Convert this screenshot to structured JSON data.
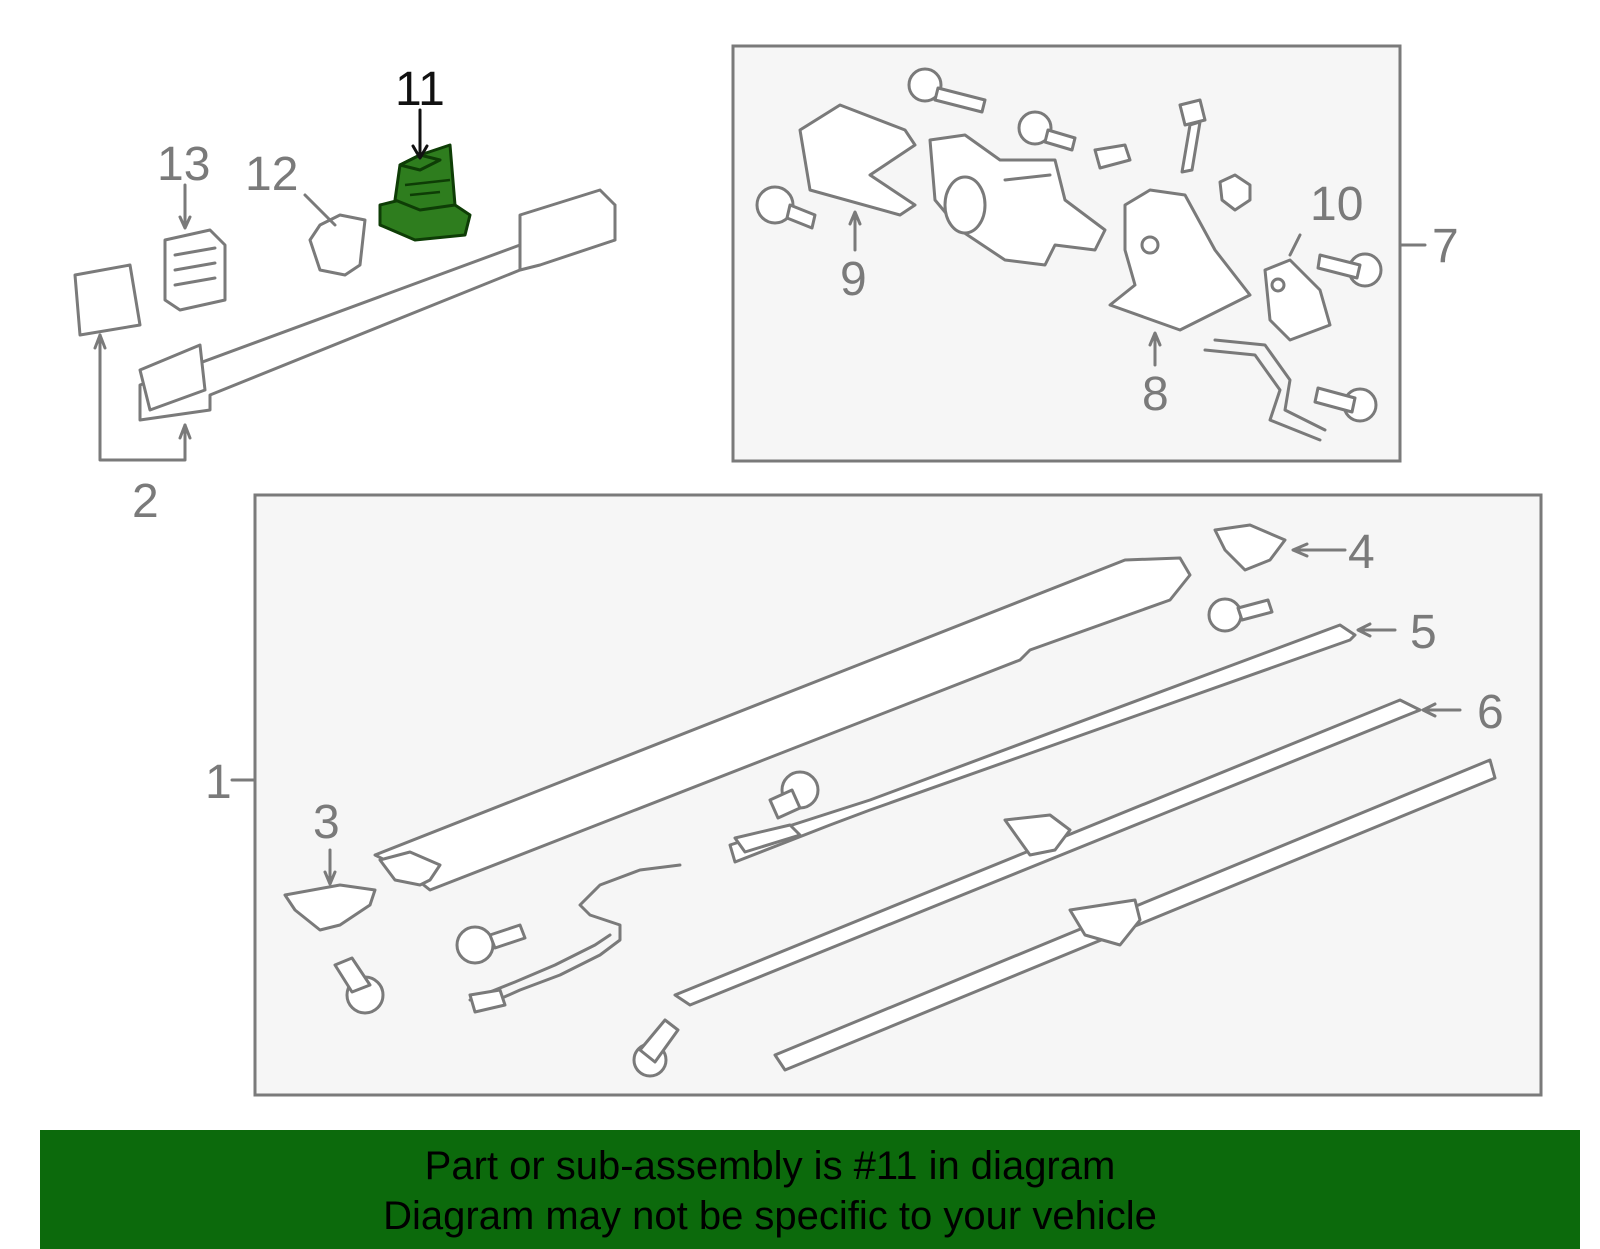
{
  "callouts": {
    "c1": "1",
    "c2": "2",
    "c3": "3",
    "c4": "4",
    "c5": "5",
    "c6": "6",
    "c7": "7",
    "c8": "8",
    "c9": "9",
    "c10": "10",
    "c11": "11",
    "c12": "12",
    "c13": "13"
  },
  "highlighted_part": "11",
  "colors": {
    "highlight": "#2e7d1e",
    "banner": "#0c6a0c",
    "lines": "#7a7a7a"
  },
  "banner": {
    "line1": "Part or sub-assembly is #11 in diagram",
    "line2": "Diagram may not be specific to your vehicle"
  }
}
